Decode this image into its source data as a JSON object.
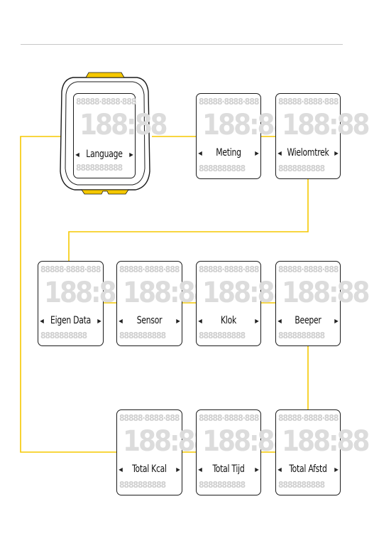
{
  "diagram": {
    "accent_color": "#f5c800",
    "start": {
      "label": "Language"
    },
    "row1": [
      {
        "label": "Meting"
      },
      {
        "label": "Wielomtrek"
      }
    ],
    "row2": [
      {
        "label": "Eigen Data"
      },
      {
        "label": "Sensor"
      },
      {
        "label": "Klok"
      },
      {
        "label": "Beeper"
      }
    ],
    "row3": [
      {
        "label": "Total Kcal"
      },
      {
        "label": "Total Tijd"
      },
      {
        "label": "Total Afstd"
      }
    ],
    "segments": {
      "top": "88888∙8888∙888",
      "big": "188:88",
      "bottom": "8888888888"
    }
  }
}
